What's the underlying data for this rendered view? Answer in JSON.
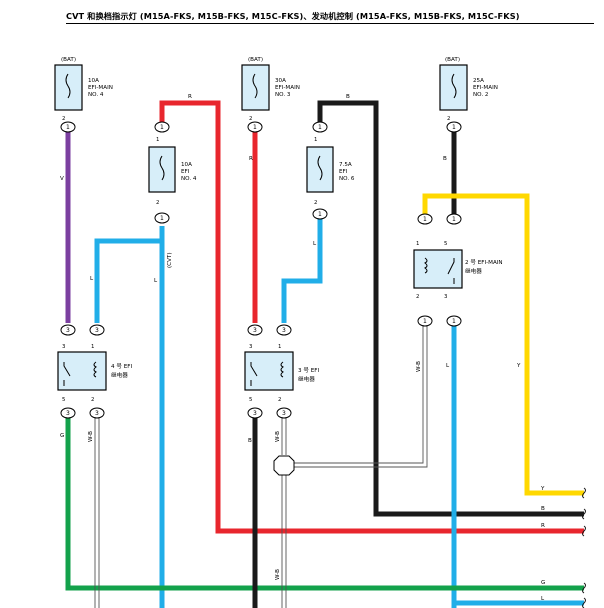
{
  "title": "CVT 和换档指示灯 (M15A-FKS, M15B-FKS, M15C-FKS)、发动机控制 (M15A-FKS, M15B-FKS, M15C-FKS)",
  "fuses": [
    {
      "source": "(BAT)",
      "rating": "10A",
      "name": "EFI-MAIN",
      "no": "NO. 4",
      "pin": "2"
    },
    {
      "source": "(BAT)",
      "rating": "30A",
      "name": "EFI-MAIN",
      "no": "NO. 3",
      "pin": "2"
    },
    {
      "source": "(BAT)",
      "rating": "25A",
      "name": "EFI-MAIN",
      "no": "NO. 2",
      "pin": "2"
    },
    {
      "source": "",
      "rating": "10A",
      "name": "EFI",
      "no": "NO. 4",
      "pin_top": "1",
      "pin_bottom": "2"
    },
    {
      "source": "",
      "rating": "7.5A",
      "name": "EFI",
      "no": "NO. 6",
      "pin_top": "1",
      "pin_bottom": "2"
    }
  ],
  "relays": [
    {
      "name": "4 号 EFI",
      "sub": "继电器",
      "pins": [
        "3",
        "1",
        "5",
        "2"
      ]
    },
    {
      "name": "3 号 EFI",
      "sub": "继电器",
      "pins": [
        "3",
        "1",
        "5",
        "2"
      ]
    },
    {
      "name": "2 号 EFI-MAIN",
      "sub": "继电器",
      "pins": [
        "1",
        "5",
        "2",
        "3"
      ]
    }
  ],
  "connector_numbers": [
    "1",
    "2",
    "3"
  ],
  "wire_labels": {
    "v": "V",
    "r": "R",
    "b": "B",
    "l": "L",
    "cvt": "(CVT)",
    "g": "G",
    "wb": "W-B",
    "y": "Y"
  },
  "colors": {
    "violet": "#7b3fa0",
    "red": "#e8262d",
    "black": "#1a1a1a",
    "blue": "#21aee8",
    "green": "#13a24b",
    "yellow": "#ffd800",
    "gray": "#8c8c8c",
    "fuse_fill": "#d7eef9"
  }
}
